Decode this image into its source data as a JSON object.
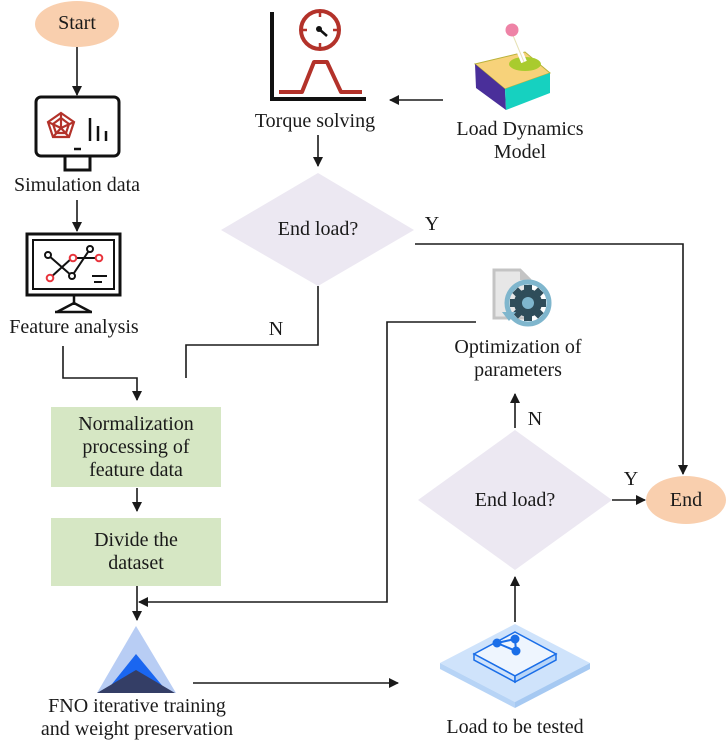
{
  "title": "FNO-based load torque prediction workflow",
  "colors": {
    "terminal_fill": "#f9cfae",
    "process_fill": "#d6e7c4",
    "decision_fill": "#ece8f2",
    "line": "#1a1a1a",
    "icon_red": "#b3322a",
    "icon_point_red": "#e8343c"
  },
  "nodes": {
    "start": {
      "label": "Start",
      "icon": "terminal-ellipse"
    },
    "simulation_data": {
      "label": "Simulation data",
      "icon": "monitor-radar-chart-icon"
    },
    "feature_analysis": {
      "label": "Feature analysis",
      "icon": "presentation-board-line-chart-icon"
    },
    "normalization": {
      "lines": [
        "Normalization",
        "processing of",
        "feature data"
      ]
    },
    "divide_dataset": {
      "lines": [
        "Divide the",
        "dataset"
      ]
    },
    "fno_training": {
      "lines": [
        "FNO iterative training",
        "and weight preservation"
      ],
      "icon": "layered-pyramid-icon"
    },
    "load_tested": {
      "label": "Load to be tested",
      "icon": "isometric-network-platform-icon"
    },
    "end_decision_bottom": {
      "label": "End load?"
    },
    "end": {
      "label": "End"
    },
    "optimization": {
      "lines": [
        "Optimization of",
        "parameters"
      ],
      "icon": "document-gear-refresh-icon"
    },
    "end_decision_top": {
      "label": "End load?"
    },
    "torque_solving": {
      "label": "Torque solving",
      "icon": "gauge-peak-chart-icon"
    },
    "load_dynamics": {
      "lines": [
        "Load Dynamics",
        "Model"
      ],
      "icon": "joystick-block-icon"
    }
  },
  "edge_labels": {
    "top_yes": "Y",
    "top_no": "N",
    "bottom_no": "N",
    "bottom_yes": "Y"
  }
}
